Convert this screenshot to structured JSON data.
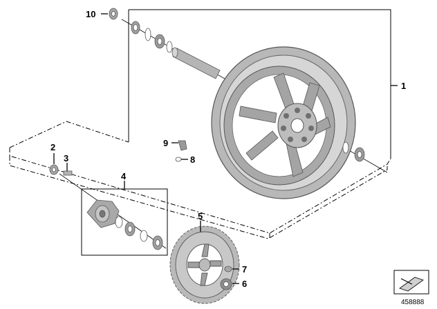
{
  "callouts": {
    "c1": "1",
    "c2": "2",
    "c3": "3",
    "c4": "4",
    "c5": "5",
    "c6": "6",
    "c7": "7",
    "c8": "8",
    "c9": "9",
    "c10": "10"
  },
  "reference_code": "458888",
  "colors": {
    "metal_light": "#c9c9c9",
    "metal_mid": "#a8a8a8",
    "metal_dark": "#7d7d7d",
    "line": "#000000"
  }
}
